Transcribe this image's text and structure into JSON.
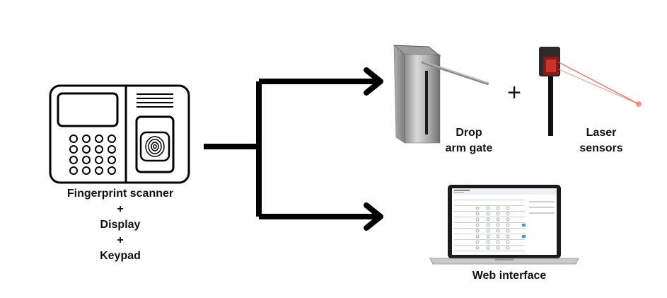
{
  "source": {
    "lines": [
      "Fingerprint scanner",
      "+",
      "Display",
      "+",
      "Keypad"
    ]
  },
  "targets": {
    "gate": {
      "lines": [
        "Drop",
        "arm gate"
      ]
    },
    "plus": "+",
    "laser": {
      "lines": [
        "Laser",
        "sensors"
      ]
    },
    "web": {
      "label": "Web interface"
    }
  },
  "colors": {
    "arrow": "#000000",
    "text": "#111111",
    "laser_beam": "#ff5a4a"
  }
}
